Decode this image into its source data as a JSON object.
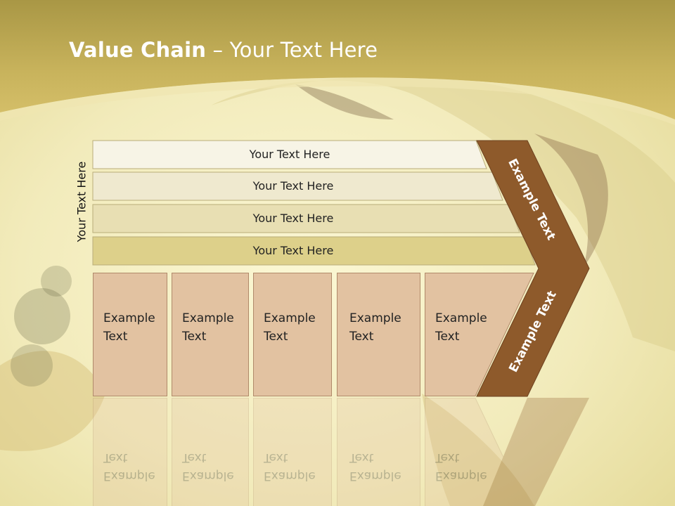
{
  "title": {
    "bold": "Value Chain",
    "rest": " – Your Text Here"
  },
  "side_label": "Your Text Here",
  "rows": [
    {
      "label": "Your Text Here",
      "color": "#f7f4e6"
    },
    {
      "label": "Your Text Here",
      "color": "#efe9cf"
    },
    {
      "label": "Your Text Here",
      "color": "#e8dfb3"
    },
    {
      "label": "Your Text Here",
      "color": "#ddd08a"
    }
  ],
  "boxes": [
    {
      "line1": "Example",
      "line2": "Text"
    },
    {
      "line1": "Example",
      "line2": "Text"
    },
    {
      "line1": "Example",
      "line2": "Text"
    },
    {
      "line1": "Example",
      "line2": "Text"
    },
    {
      "line1": "Example",
      "line2": "Text"
    }
  ],
  "chevron": {
    "upper_label": "Example Text",
    "lower_label": "Example Text",
    "color": "#8e5a2b"
  },
  "colors": {
    "header": "#b9a54c",
    "box_fill": "#e2c2a1",
    "box_stroke": "#b08a6a"
  }
}
